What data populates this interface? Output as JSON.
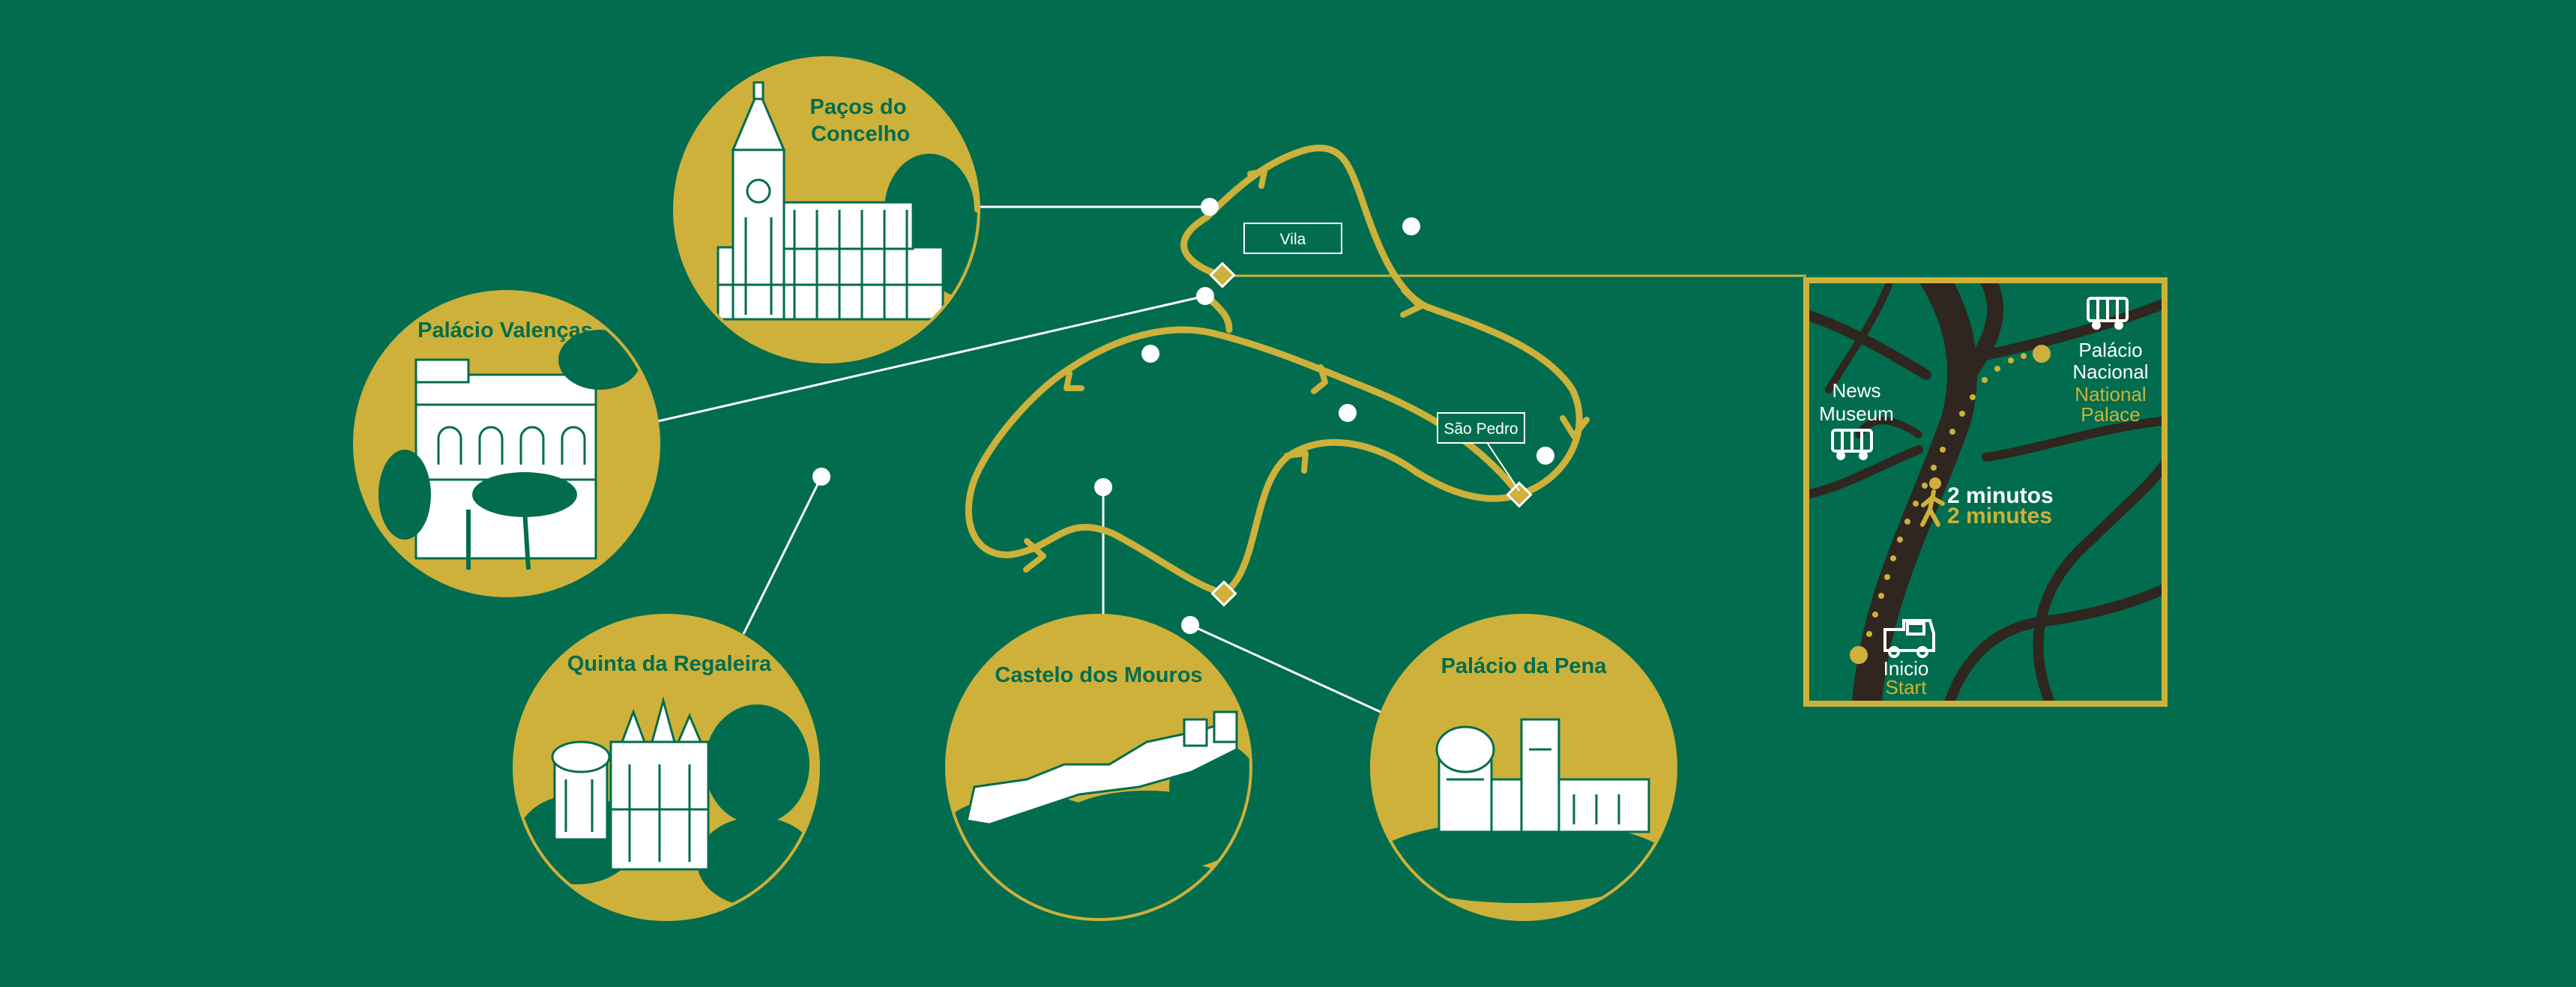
{
  "colors": {
    "background": "#016d4e",
    "gold": "#cdb13a",
    "white": "#ffffff",
    "road": "#2e261f"
  },
  "landmarks": {
    "pacos": {
      "title_line1": "Paços do",
      "title_line2": "Concelho",
      "icon": "gothic-town-hall-illustration"
    },
    "valencas": {
      "title": "Palácio Valenças",
      "icon": "palace-with-trees-illustration"
    },
    "regaleira": {
      "title": "Quinta da Regaleira",
      "icon": "romantic-palace-illustration"
    },
    "mouros": {
      "title": "Castelo dos Mouros",
      "icon": "moorish-castle-walls-illustration"
    },
    "pena": {
      "title": "Palácio da Pena",
      "icon": "domed-palace-illustration"
    }
  },
  "stops": {
    "vila": "Vila",
    "sao_pedro": "São Pedro"
  },
  "inset": {
    "news_museum_line1": "News",
    "news_museum_line2": "Museum",
    "palace_pt_line1": "Palácio",
    "palace_pt_line2": "Nacional",
    "palace_en_line1": "National",
    "palace_en_line2": "Palace",
    "walk_pt": "2 minutos",
    "walk_en": "2 minutes",
    "start_pt": "Inicio",
    "start_en": "Start",
    "icons": [
      "tram-icon",
      "walking-person-icon",
      "tourist-train-icon"
    ]
  }
}
